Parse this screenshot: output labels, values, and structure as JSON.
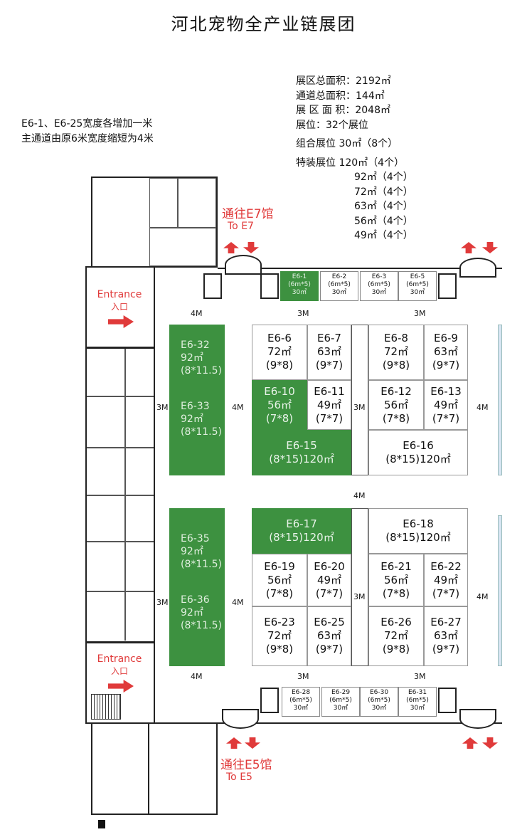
{
  "title": "河北宠物全产业链展团",
  "stats": [
    "展区总面积：2192㎡",
    "通道总面积：144㎡",
    "展 区 面 积：2048㎡",
    "展位：32个展位",
    "组合展位  30㎡（8个）",
    "特装展位  120㎡（4个）",
    "92㎡（4个）",
    "72㎡（4个）",
    "63㎡（4个）",
    "56㎡（4个）",
    "49㎡（4个）"
  ],
  "note": [
    "E6-1、E6-25宽度各增加一米",
    "主通道由原6米宽度缩短为4米"
  ],
  "to_e7": {
    "cn": "通往E7馆",
    "en": "To E7"
  },
  "to_e5": {
    "cn": "通往E5馆",
    "en": "To E5"
  },
  "entrance": {
    "en": "Entrance",
    "cn": "入口"
  },
  "aisles": {
    "m3": "3M",
    "m4": "4M"
  },
  "top_small": [
    {
      "id": "E6-1",
      "size": "(6m*5)",
      "area": "30㎡"
    },
    {
      "id": "E6-2",
      "size": "(6m*5)",
      "area": "30㎡"
    },
    {
      "id": "E6-3",
      "size": "(6m*5)",
      "area": "30㎡"
    },
    {
      "id": "E6-5",
      "size": "(6m*5)",
      "area": "30㎡"
    }
  ],
  "bottom_small": [
    {
      "id": "E6-28",
      "size": "(6m*5)",
      "area": "30㎡"
    },
    {
      "id": "E6-29",
      "size": "(6m*5)",
      "area": "30㎡"
    },
    {
      "id": "E6-30",
      "size": "(6m*5)",
      "area": "30㎡"
    },
    {
      "id": "E6-31",
      "size": "(6m*5)",
      "area": "30㎡"
    }
  ],
  "side": [
    {
      "id": "E6-32",
      "area": "92㎡",
      "dim": "(8*11.5)"
    },
    {
      "id": "E6-33",
      "area": "92㎡",
      "dim": "(8*11.5)"
    },
    {
      "id": "E6-35",
      "area": "92㎡",
      "dim": "(8*11.5)"
    },
    {
      "id": "E6-36",
      "area": "92㎡",
      "dim": "(8*11.5)"
    }
  ],
  "booths": {
    "b6": {
      "id": "E6-6",
      "area": "72㎡",
      "dim": "(9*8)"
    },
    "b7": {
      "id": "E6-7",
      "area": "63㎡",
      "dim": "(9*7)"
    },
    "b8": {
      "id": "E6-8",
      "area": "72㎡",
      "dim": "(9*8)"
    },
    "b9": {
      "id": "E6-9",
      "area": "63㎡",
      "dim": "(9*7)"
    },
    "b10": {
      "id": "E6-10",
      "area": "56㎡",
      "dim": "(7*8)"
    },
    "b11": {
      "id": "E6-11",
      "area": "49㎡",
      "dim": "(7*7)"
    },
    "b12": {
      "id": "E6-12",
      "area": "56㎡",
      "dim": "(7*8)"
    },
    "b13": {
      "id": "E6-13",
      "area": "49㎡",
      "dim": "(7*7)"
    },
    "b15": {
      "id": "E6-15",
      "dim": "(8*15)120㎡"
    },
    "b16": {
      "id": "E6-16",
      "dim": "(8*15)120㎡"
    },
    "b17": {
      "id": "E6-17",
      "dim": "(8*15)120㎡"
    },
    "b18": {
      "id": "E6-18",
      "dim": "(8*15)120㎡"
    },
    "b19": {
      "id": "E6-19",
      "area": "56㎡",
      "dim": "(7*8)"
    },
    "b20": {
      "id": "E6-20",
      "area": "49㎡",
      "dim": "(7*7)"
    },
    "b21": {
      "id": "E6-21",
      "area": "56㎡",
      "dim": "(7*8)"
    },
    "b22": {
      "id": "E6-22",
      "area": "49㎡",
      "dim": "(7*7)"
    },
    "b23": {
      "id": "E6-23",
      "area": "72㎡",
      "dim": "(9*8)"
    },
    "b25": {
      "id": "E6-25",
      "area": "63㎡",
      "dim": "(9*7)"
    },
    "b26": {
      "id": "E6-26",
      "area": "72㎡",
      "dim": "(9*8)"
    },
    "b27": {
      "id": "E6-27",
      "area": "63㎡",
      "dim": "(9*7)"
    }
  },
  "colors": {
    "green": "#3d9140",
    "red": "#e03a3a"
  }
}
